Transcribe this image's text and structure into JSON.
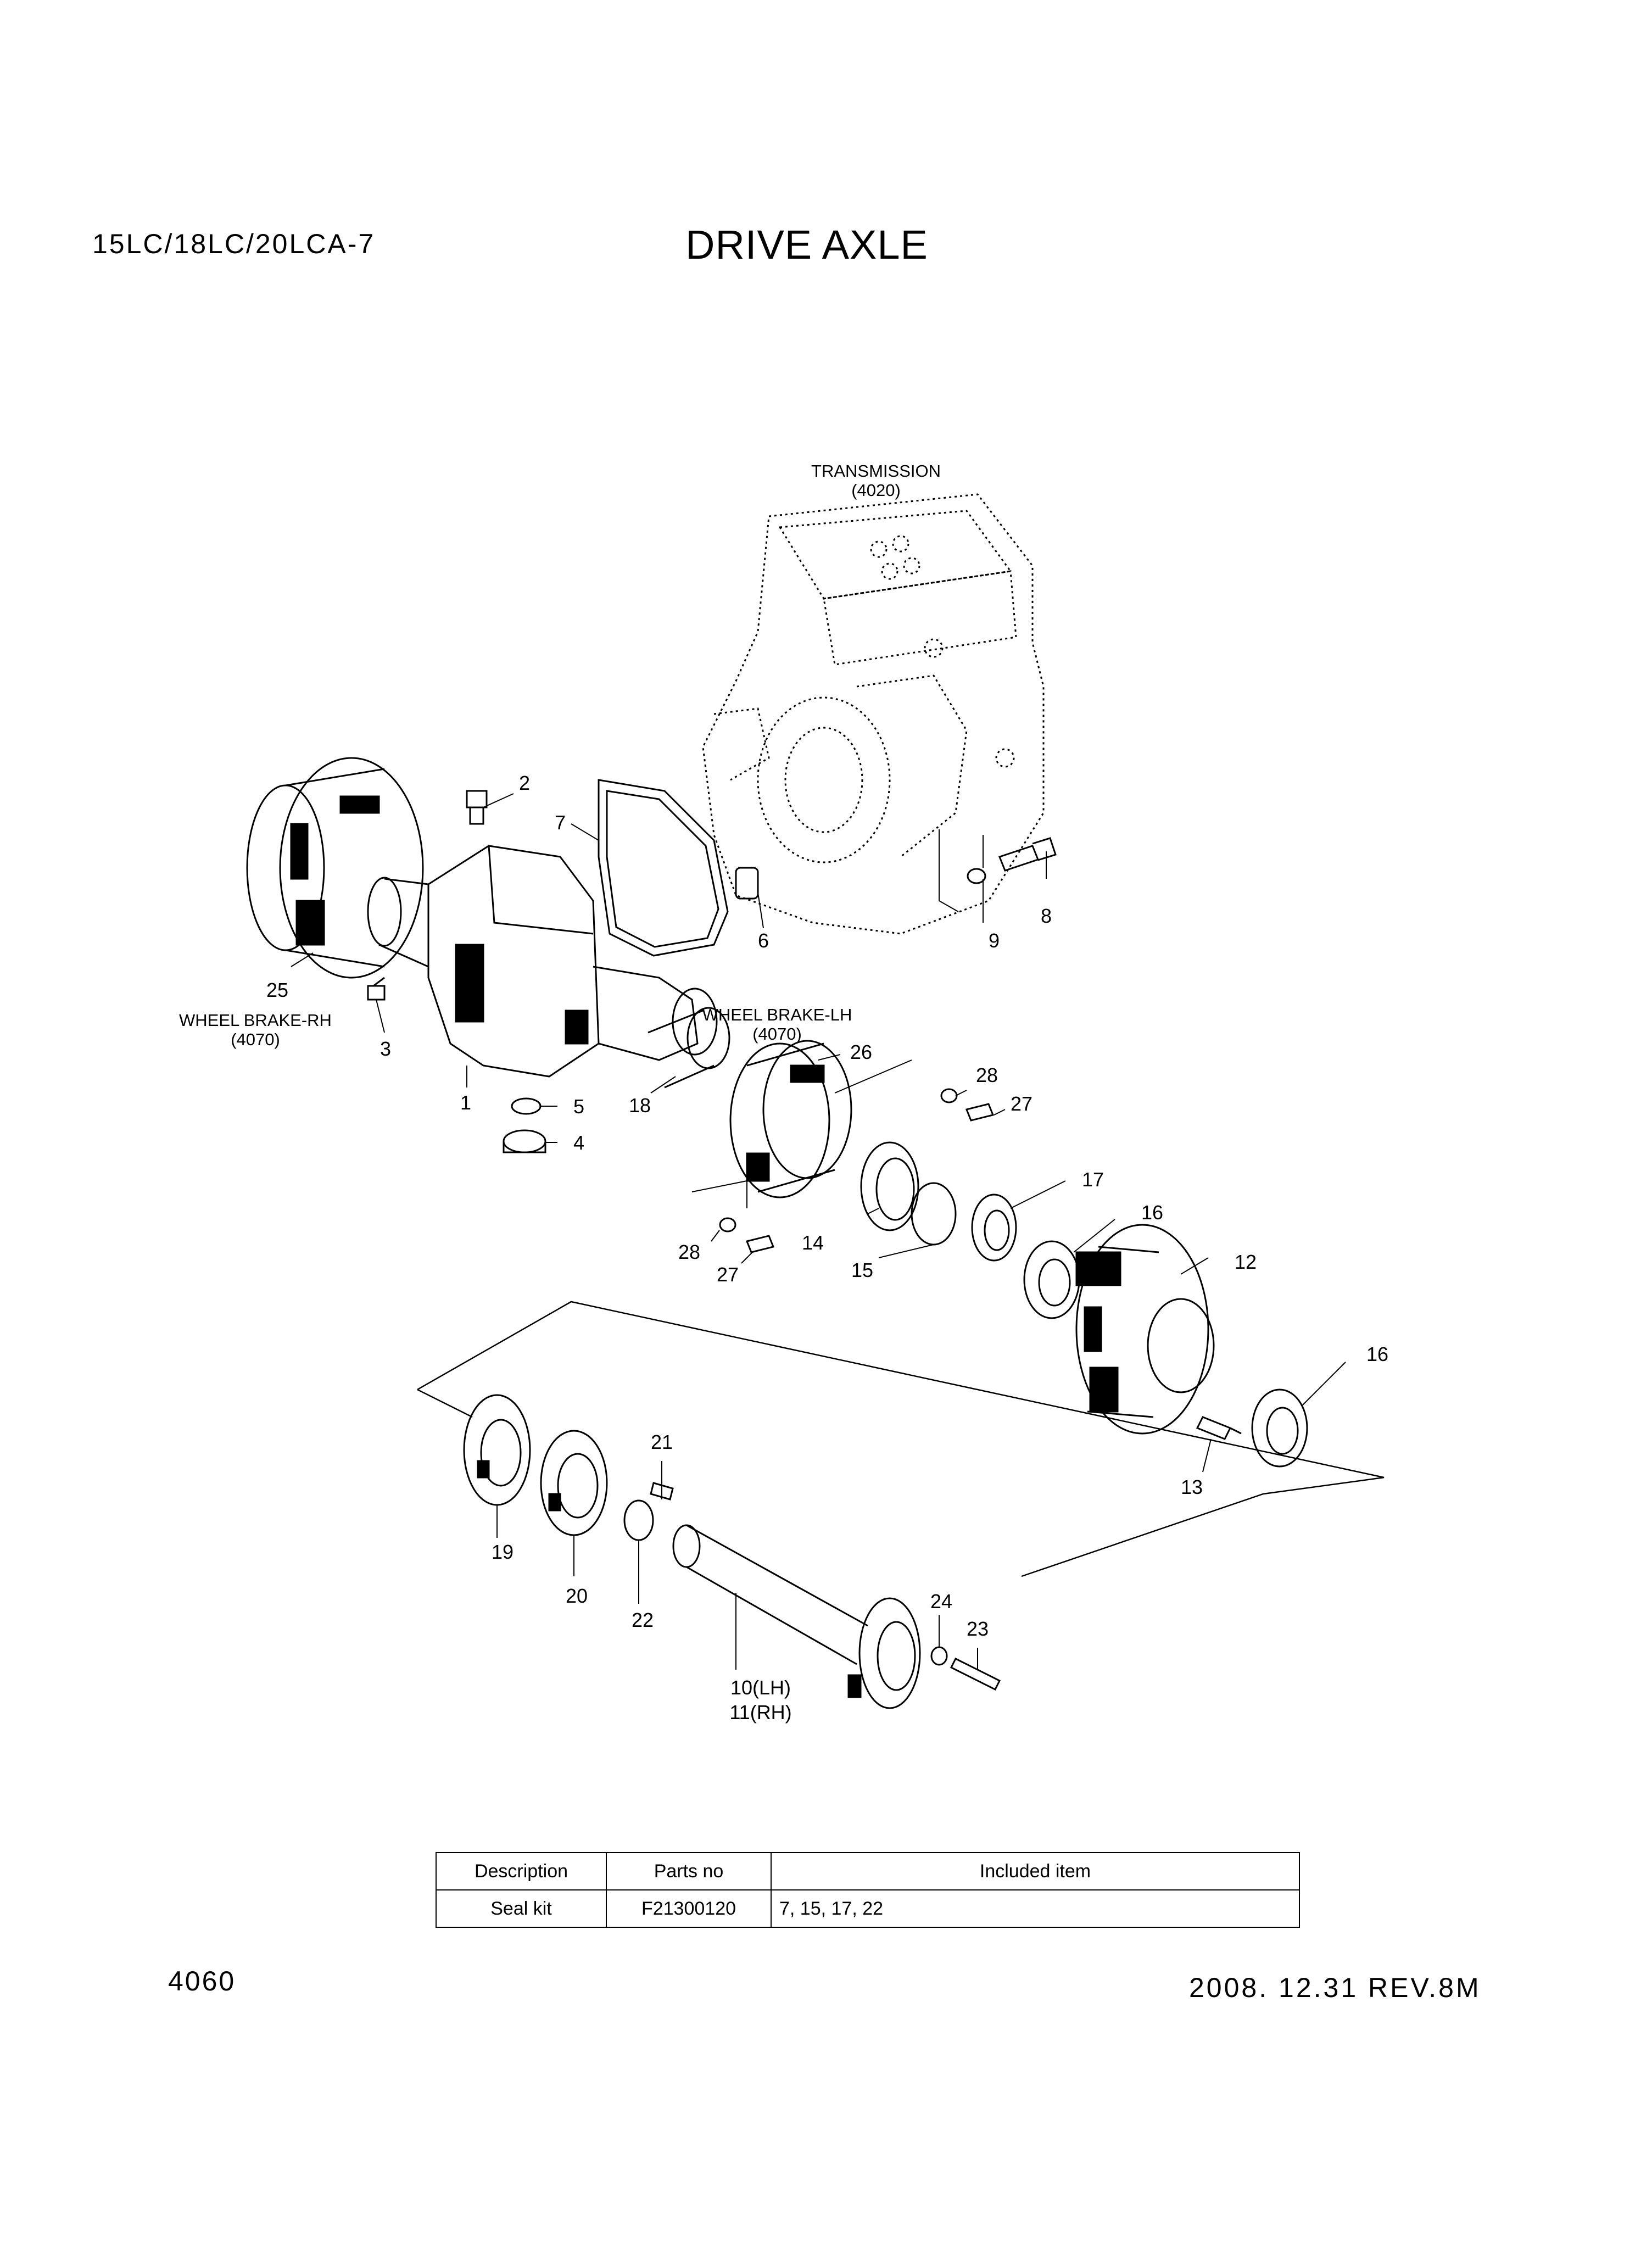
{
  "header": {
    "model": "15LC/18LC/20LCA-7",
    "title": "DRIVE AXLE"
  },
  "callouts": {
    "transmission": "TRANSMISSION",
    "transmission_ref": "(4020)",
    "wheel_brake_rh": "WHEEL BRAKE-RH",
    "wheel_brake_rh_ref": "(4070)",
    "wheel_brake_lh": "WHEEL BRAKE-LH",
    "wheel_brake_lh_ref": "(4070)"
  },
  "part_numbers": {
    "p1": "1",
    "p2": "2",
    "p3": "3",
    "p4": "4",
    "p5": "5",
    "p6": "6",
    "p7": "7",
    "p8": "8",
    "p9": "9",
    "p10": "10(LH)",
    "p11": "11(RH)",
    "p12": "12",
    "p13": "13",
    "p14": "14",
    "p15": "15",
    "p16a": "16",
    "p16b": "16",
    "p17": "17",
    "p18": "18",
    "p19": "19",
    "p20": "20",
    "p21": "21",
    "p22": "22",
    "p23": "23",
    "p24": "24",
    "p25": "25",
    "p26": "26",
    "p27a": "27",
    "p27b": "27",
    "p28a": "28",
    "p28b": "28"
  },
  "kit_table": {
    "headers": [
      "Description",
      "Parts no",
      "Included item"
    ],
    "rows": [
      {
        "description": "Seal kit",
        "parts_no": "F21300120",
        "included": "7, 15, 17, 22"
      }
    ]
  },
  "footer": {
    "page": "4060",
    "revision": "2008. 12.31  REV.8M"
  }
}
